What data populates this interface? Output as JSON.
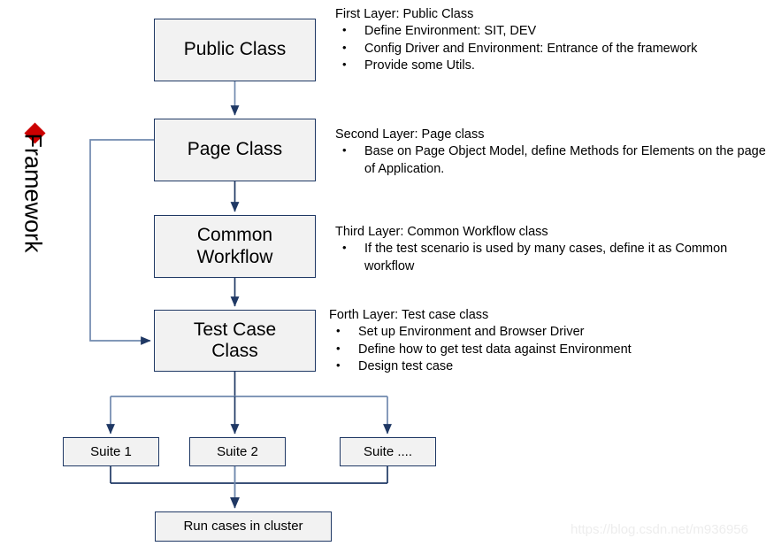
{
  "diagram": {
    "side_label": {
      "bullet": "red-diamond",
      "text": "Framework",
      "color": "#CC0000"
    },
    "nodes": {
      "public_class": "Public Class",
      "page_class": "Page Class",
      "common_workflow": "Common\nWorkflow",
      "common_workflow_line1": "Common",
      "common_workflow_line2": "Workflow",
      "test_case_class_line1": "Test Case",
      "test_case_class_line2": "Class",
      "suite_1": "Suite 1",
      "suite_2": "Suite 2",
      "suite_3": "Suite ....",
      "run_cases": "Run cases in cluster"
    },
    "annotations": [
      {
        "title": "First Layer: Public Class",
        "bullets": [
          "Define Environment: SIT, DEV",
          "Config Driver and Environment: Entrance of the framework",
          "Provide some Utils."
        ]
      },
      {
        "title": "Second Layer: Page class",
        "bullets": [
          "Base on Page Object Model, define Methods for Elements on the page of Application."
        ]
      },
      {
        "title": "Third Layer: Common Workflow class",
        "bullets": [
          "If the test scenario is used by many cases, define it as Common workflow"
        ]
      },
      {
        "title": "Forth Layer: Test case class",
        "bullets": [
          "Set up Environment and Browser Driver",
          "Define how to get  test data against Environment",
          "Design test case"
        ]
      }
    ],
    "style": {
      "box_fill": "#F2F2F2",
      "box_border": "#1F3864",
      "arrow_color": "#1F3864",
      "arrow_shaft_color": "#7089AE"
    },
    "watermark": "https://blog.csdn.net/m936956"
  }
}
